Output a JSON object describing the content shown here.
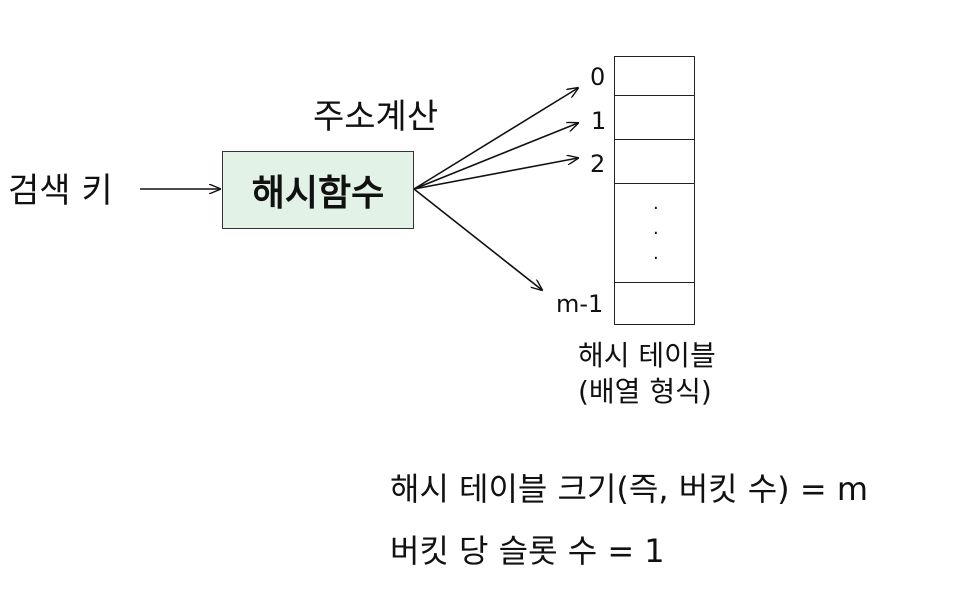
{
  "diagram": {
    "search_key_label": "검색 키",
    "address_calc_label": "주소계산",
    "hash_function_label": "해시함수",
    "table_indices": [
      "0",
      "1",
      "2",
      "m-1"
    ],
    "ellipsis": [
      "·",
      "·",
      "·"
    ],
    "table_caption_line1": "해시 테이블",
    "table_caption_line2": "(배열 형식)",
    "box_fill_color": "#e2f2e6"
  },
  "notes": {
    "line1": "해시 테이블 크기(즉, 버킷 수) = m",
    "line2": "버킷 당 슬롯 수 = 1"
  }
}
